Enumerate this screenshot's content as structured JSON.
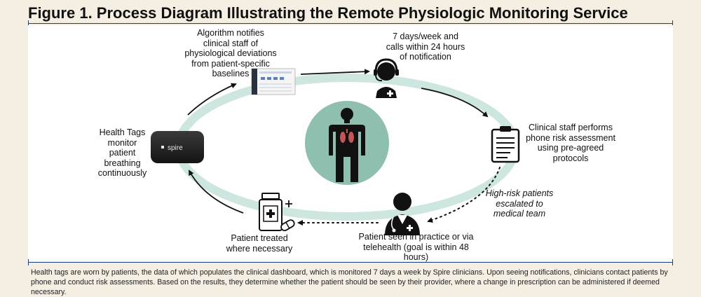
{
  "title": "Figure 1. Process Diagram Illustrating the Remote Physiologic Monitoring Service",
  "steps": {
    "algorithm": "Algorithm notifies clinical staff of physiological deviations from patient-specific baselines",
    "availability": "7 days/week and calls within 24 hours of notification",
    "assessment": "Clinical staff performs phone risk assessment using pre-agreed protocols",
    "escalation": "High-risk patients escalated to medical team",
    "seen": "Patient seen in practice or via telehealth (goal is within 48 hours)",
    "treated": "Patient treated where necessary",
    "tags": "Health Tags monitor patient breathing continuously"
  },
  "device_brand": "spire",
  "icons": [
    "dashboard-screen-icon",
    "headset-agent-icon",
    "clipboard-icon",
    "doctor-icon",
    "pill-bottle-icon",
    "health-tag-device-icon",
    "human-body-lungs-icon"
  ],
  "colors": {
    "background": "#f4eee3",
    "accent_rule": "#1d3f7a",
    "ring": "#cde6df",
    "center_circle": "#8fbfae"
  },
  "caption": "Health tags are worn by patients, the data of which populates the clinical dashboard, which is monitored 7 days a week by Spire clinicians. Upon seeing notifications, clinicians contact patients by phone and conduct risk assessments. Based on the results, they determine whether the patient should be seen by their provider, where a change in prescription can be administered if deemed necessary."
}
